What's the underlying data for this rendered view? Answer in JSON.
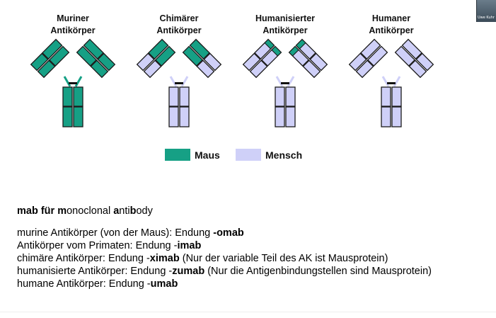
{
  "colors": {
    "mouse": "#16a085",
    "human": "#cfd0f8",
    "outline": "#1b1b1b"
  },
  "antibodies": [
    {
      "title_line1": "Muriner",
      "title_line2": "Antikörper",
      "variant": "murine"
    },
    {
      "title_line1": "Chimärer",
      "title_line2": "Antikörper",
      "variant": "chimeric"
    },
    {
      "title_line1": "Humanisierter",
      "title_line2": "Antikörper",
      "variant": "humanized"
    },
    {
      "title_line1": "Humaner",
      "title_line2": "Antikörper",
      "variant": "human"
    }
  ],
  "legend": {
    "mouse_label": "Maus",
    "human_label": "Mensch"
  },
  "heading": {
    "b1": "mab für m",
    "p2": "onoclonal ",
    "b3": "a",
    "p4": "nti",
    "b5": "b",
    "p6": "ody"
  },
  "lines": [
    {
      "plain": "murine Antikörper (von der Maus): Endung ",
      "bold": "-omab",
      "note": ""
    },
    {
      "plain": "Antikörper vom Primaten: Endung -",
      "bold": "imab",
      "note": ""
    },
    {
      "plain": "chimäre Antikörper: Endung -",
      "bold": "ximab",
      "note": " (Nur der variable Teil des AK ist Mausprotein)"
    },
    {
      "plain": "humanisierte Antikörper: Endung -",
      "bold": "zumab",
      "note": " (Nur die Antigenbindungstellen sind Mausprotein)"
    },
    {
      "plain": "humane Antikörper: Endung -",
      "bold": "umab",
      "note": ""
    }
  ],
  "webcam": {
    "label": "Uwe Kuhr"
  }
}
